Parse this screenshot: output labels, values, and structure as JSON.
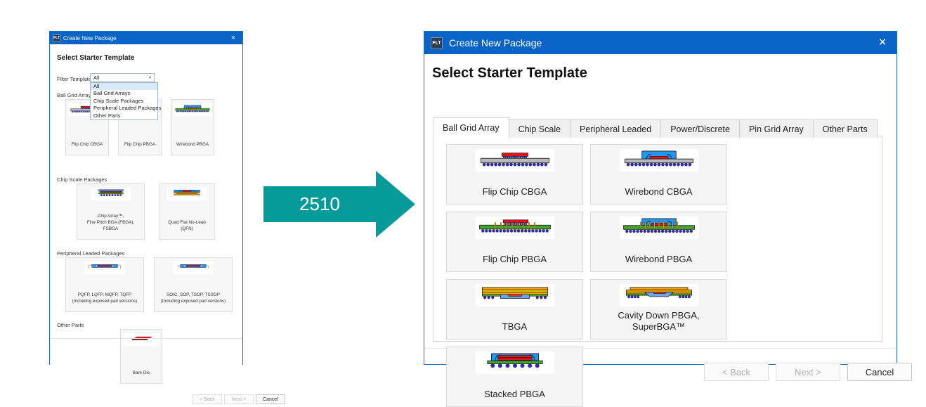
{
  "colors": {
    "title_bar": "#0a64c8",
    "dialog_border": "#1a6fc4",
    "arrow_teal": "#069a9a",
    "card_bg": "#f5f5f5",
    "tab_inactive": "#f0f0f0"
  },
  "arrow": {
    "label": "2510"
  },
  "small_dialog": {
    "title": "Create New Package",
    "app_icon": "FLT",
    "close_icon": "×",
    "heading": "Select Starter Template",
    "filter": {
      "label": "Filter Templates",
      "value": "All",
      "caret_icon": "▾",
      "options": [
        "All",
        "Ball Grid Arrays",
        "Chip Scale Packages",
        "Peripheral Leaded Packages",
        "Other Parts"
      ],
      "selected_index": 0
    },
    "groups": [
      {
        "label": "Ball Grid Arrays",
        "cards": [
          {
            "caption": "Flip Chip CBGA",
            "art": "flipchip-cbga"
          },
          {
            "caption": "Flip Chip PBGA",
            "art": "flipchip-pbga"
          },
          {
            "caption": "Wirebond PBGA",
            "art": "wirebond-pbga"
          }
        ]
      },
      {
        "label": "Chip Scale Packages",
        "cards": [
          {
            "caption": "Chip Array™,\nFine Pitch BGA (FBGA), FSBGA",
            "art": "chip-array"
          },
          {
            "caption": "Quad Flat No-Lead (QFN)",
            "art": "qfn"
          }
        ]
      },
      {
        "label": "Peripheral Leaded Packages",
        "cards": [
          {
            "caption": "PQFP, LQFP, MQFP, TQFP\n(Including exposed pad versions)",
            "art": "pqfp"
          },
          {
            "caption": "SOIC, SOP, TSOP, TSSOP\n(Including exposed pad versions)",
            "art": "soic"
          }
        ]
      },
      {
        "label": "Other Parts",
        "cards": [
          {
            "caption": "Bare Die",
            "art": "bare-die"
          }
        ]
      }
    ],
    "buttons": [
      {
        "label": "< Back",
        "enabled": false
      },
      {
        "label": "Next >",
        "enabled": false
      },
      {
        "label": "Cancel",
        "enabled": true
      }
    ]
  },
  "big_dialog": {
    "title": "Create New Package",
    "app_icon": "FLT",
    "close_icon": "×",
    "heading": "Select Starter Template",
    "tabs": [
      {
        "label": "Ball Grid Array",
        "active": true
      },
      {
        "label": "Chip Scale",
        "active": false
      },
      {
        "label": "Peripheral Leaded",
        "active": false
      },
      {
        "label": "Power/Discrete",
        "active": false
      },
      {
        "label": "Pin Grid Array",
        "active": false
      },
      {
        "label": "Other Parts",
        "active": false
      }
    ],
    "cards": [
      {
        "caption": "Flip Chip CBGA",
        "art": "flipchip-cbga"
      },
      {
        "caption": "Wirebond CBGA",
        "art": "wirebond-cbga"
      },
      {
        "caption": "Flip Chip PBGA",
        "art": "flipchip-pbga"
      },
      {
        "caption": "Wirebond PBGA",
        "art": "wirebond-pbga"
      },
      {
        "caption": "TBGA",
        "art": "tbga"
      },
      {
        "caption": "Cavity Down PBGA,\nSuperBGA™",
        "art": "cavity-down"
      },
      {
        "caption": "Stacked PBGA",
        "art": "stacked-pbga"
      }
    ],
    "buttons": [
      {
        "label": "< Back",
        "enabled": false
      },
      {
        "label": "Next >",
        "enabled": false
      },
      {
        "label": "Cancel",
        "enabled": true
      }
    ]
  }
}
